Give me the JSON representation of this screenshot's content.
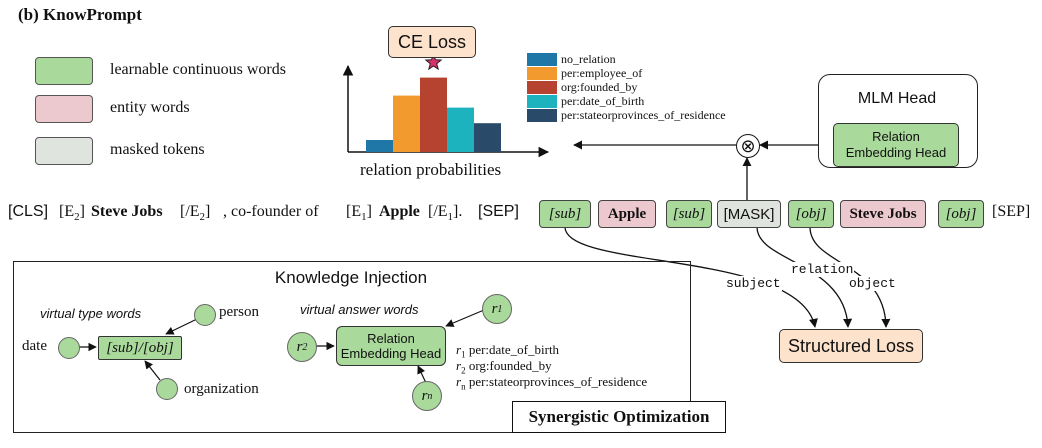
{
  "figure_title": "(b) KnowPrompt",
  "legend": [
    {
      "label": "learnable continuous words",
      "color": "#a9d99b"
    },
    {
      "label": "entity words",
      "color": "#ecc8cf"
    },
    {
      "label": "masked tokens",
      "color": "#dfe4de"
    }
  ],
  "ce_loss": "CE Loss",
  "chart_data": {
    "type": "bar",
    "categories": [
      "no_relation",
      "per:employee_of",
      "org:founded_by",
      "per:date_of_birth",
      "per:stateorprovinces_of_residence"
    ],
    "values": [
      0.1,
      0.47,
      0.62,
      0.37,
      0.24
    ],
    "colors": [
      "#1f77a8",
      "#f29a2e",
      "#b5432f",
      "#1cb3bf",
      "#2a4a6a"
    ],
    "xlabel": "relation probabilities",
    "highlight_marker": "star",
    "highlight_index": 2,
    "highlight_color": "#d6336c"
  },
  "mlm_head": {
    "title": "MLM Head",
    "inner_label_1": "Relation",
    "inner_label_2": "Embedding Head"
  },
  "sequence": {
    "cls": "[CLS]",
    "e2_open": "[E",
    "e2_sub": "2",
    "e2_close": "]",
    "subject_entity": "Steve Jobs",
    "e2_end_open": "[/E",
    "e2_end_sub": "2",
    "e2_end_close": "]",
    "middle_text": ", co-founder of",
    "e1_open": "[E",
    "e1_sub": "1",
    "e1_close": "]",
    "object_entity": "Apple",
    "e1_end_open": "[/E",
    "e1_end_sub": "1",
    "e1_end_close": "].",
    "sep1": "[SEP]",
    "template_tokens": [
      "[sub]",
      "Apple",
      "[sub]",
      "[MASK]",
      "[obj]",
      "Steve Jobs",
      "[obj]"
    ],
    "sep2": "[SEP]"
  },
  "knowledge_injection": {
    "title": "Knowledge Injection",
    "virtual_type_words": "virtual type words",
    "virtual_answer_words": "virtual answer words",
    "type_nodes": [
      "date",
      "person",
      "organization"
    ],
    "subobj_label": "[sub]/[obj]",
    "answer_nodes": [
      "r1",
      "r2",
      "rn"
    ],
    "answer_node_base": "r",
    "answer_node_subs": [
      "1",
      "2",
      "n"
    ],
    "rel_head_1": "Relation",
    "rel_head_2": "Embedding Head",
    "definitions": [
      {
        "sym": "r",
        "sub": "1",
        "text": "per:date_of_birth"
      },
      {
        "sym": "r",
        "sub": "2",
        "text": "org:founded_by"
      },
      {
        "sym": "r",
        "sub": "n",
        "text": "per:stateorprovinces_of_residence"
      }
    ]
  },
  "synergistic_optimization": "Synergistic Optimization",
  "structured_loss": "Structured Loss",
  "edge_labels": {
    "subject": "subject",
    "relation": "relation",
    "object": "object"
  }
}
